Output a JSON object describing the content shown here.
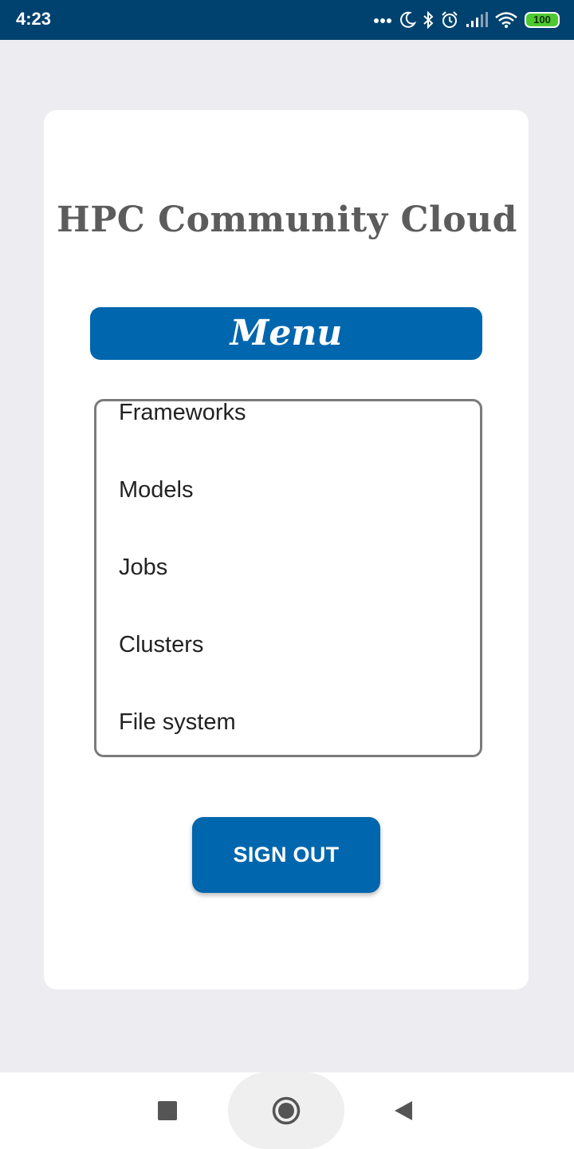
{
  "status_bar": {
    "time": "4:23",
    "battery": "100",
    "icons": [
      "more-dots-icon",
      "moon-icon",
      "bluetooth-icon",
      "alarm-icon",
      "signal-icon",
      "wifi-icon",
      "battery-icon"
    ],
    "background_color": "#00426f"
  },
  "app": {
    "title": "HPC Community Cloud"
  },
  "menu": {
    "header": "Menu",
    "items": [
      {
        "label": "Frameworks"
      },
      {
        "label": "Models"
      },
      {
        "label": "Jobs"
      },
      {
        "label": "Clusters"
      },
      {
        "label": "File system"
      }
    ]
  },
  "actions": {
    "sign_out_label": "SIGN OUT"
  },
  "nav_bar": {
    "icons": [
      "recents-square-icon",
      "home-circle-icon",
      "back-triangle-icon"
    ]
  },
  "colors": {
    "accent": "#0066ad",
    "page_background": "#ededf1",
    "card_background": "#ffffff",
    "title_text": "#5c5c5c"
  }
}
